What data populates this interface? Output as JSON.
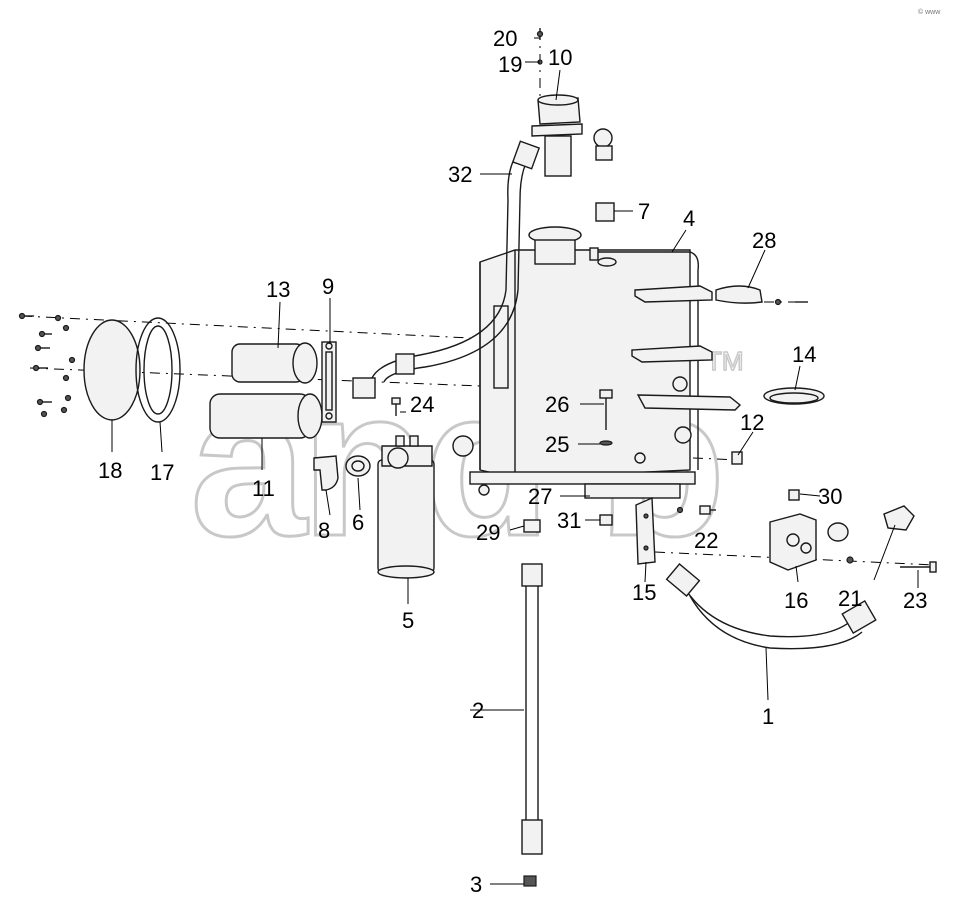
{
  "watermark": {
    "text": "and b",
    "mark": "TM"
  },
  "corner_mark": "© www",
  "callouts": [
    {
      "id": "c1",
      "label": "1"
    },
    {
      "id": "c2",
      "label": "2"
    },
    {
      "id": "c3",
      "label": "3"
    },
    {
      "id": "c4",
      "label": "4"
    },
    {
      "id": "c5",
      "label": "5"
    },
    {
      "id": "c6",
      "label": "6"
    },
    {
      "id": "c7",
      "label": "7"
    },
    {
      "id": "c8",
      "label": "8"
    },
    {
      "id": "c9",
      "label": "9"
    },
    {
      "id": "c10",
      "label": "10"
    },
    {
      "id": "c11",
      "label": "11"
    },
    {
      "id": "c12",
      "label": "12"
    },
    {
      "id": "c13",
      "label": "13"
    },
    {
      "id": "c14",
      "label": "14"
    },
    {
      "id": "c15",
      "label": "15"
    },
    {
      "id": "c16",
      "label": "16"
    },
    {
      "id": "c17",
      "label": "17"
    },
    {
      "id": "c18",
      "label": "18"
    },
    {
      "id": "c19",
      "label": "19"
    },
    {
      "id": "c20",
      "label": "20"
    },
    {
      "id": "c21",
      "label": "21"
    },
    {
      "id": "c22",
      "label": "22"
    },
    {
      "id": "c23",
      "label": "23"
    },
    {
      "id": "c24",
      "label": "24"
    },
    {
      "id": "c25",
      "label": "25"
    },
    {
      "id": "c26",
      "label": "26"
    },
    {
      "id": "c27",
      "label": "27"
    },
    {
      "id": "c28",
      "label": "28"
    },
    {
      "id": "c29",
      "label": "29"
    },
    {
      "id": "c30",
      "label": "30"
    },
    {
      "id": "c31",
      "label": "31"
    },
    {
      "id": "c32",
      "label": "32"
    }
  ]
}
